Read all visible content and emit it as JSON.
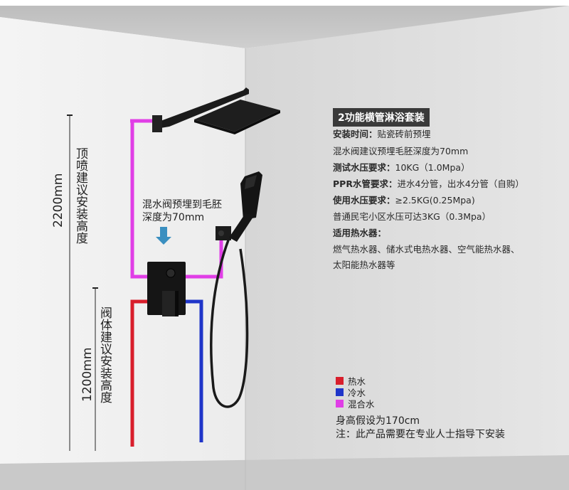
{
  "product_title": "2功能横管淋浴套装",
  "specs": [
    {
      "label": "安装时间",
      "sep": "：",
      "value": "贴瓷砖前预埋"
    },
    {
      "label": "混水阀建议预埋毛胚深度为70mm",
      "sep": "",
      "value": ""
    },
    {
      "label": "测试水压要求",
      "sep": "：",
      "value": "10KG（1.0Mpa）"
    },
    {
      "label": "PPR水管要求",
      "sep": "：",
      "value": "进水4分管，出水4分管（自购）"
    },
    {
      "label": "使用水压要求",
      "sep": "：",
      "value": "≥2.5KG(0.25Mpa)"
    },
    {
      "label": "",
      "sep": "",
      "value": "普通民宅小区水压可达3KG（0.3Mpa）"
    },
    {
      "label": "适用热水器",
      "sep": "：",
      "value": ""
    },
    {
      "label": "",
      "sep": "",
      "value": "燃气热水器、储水式电热水器、空气能热水器、"
    },
    {
      "label": "",
      "sep": "",
      "value": "太阳能热水器等"
    }
  ],
  "legend": [
    {
      "label": "热水",
      "color": "#d81e2c"
    },
    {
      "label": "冷水",
      "color": "#1f35c9"
    },
    {
      "label": "混合水",
      "color": "#e03ee6"
    }
  ],
  "height_note": "身高假设为170cm",
  "install_note": "注：此产品需要在专业人士指导下安装",
  "valve_note_line1": "混水阀预埋到毛胚",
  "valve_note_line2": "深度为70mm",
  "dim_top_value": "2200mm",
  "dim_top_label": "顶喷建议安装高度",
  "dim_bottom_value": "1200mm",
  "dim_bottom_label": "阀体建议安装高度"
}
